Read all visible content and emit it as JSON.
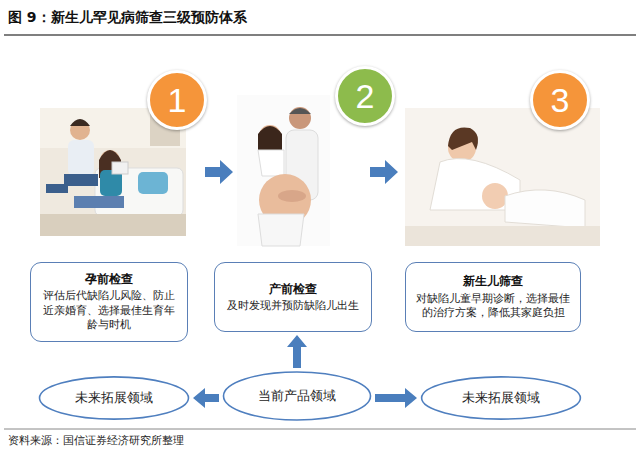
{
  "diagram": {
    "title": "图 9：新生儿罕见病筛查三级预防体系",
    "caption": "资料来源：国信证券经济研究所整理",
    "nodes": [
      {
        "text": [
          "1"
        ]
      },
      {
        "text": [
          "2"
        ]
      },
      {
        "text": [
          "3"
        ]
      },
      {
        "text": [
          "孕前检查",
          "评估后代缺陷儿风险、防止近亲婚育、选择最佳生育年龄与时机"
        ]
      },
      {
        "text": [
          "产前检查",
          "及时发现并预防缺陷儿出生"
        ]
      },
      {
        "text": [
          "新生儿筛查",
          "对缺陷儿童早期诊断，选择最佳的治疗方案，降低其家庭负担"
        ]
      },
      {
        "text": [
          "未来拓展领域"
        ]
      },
      {
        "text": [
          "当前产品领域"
        ]
      },
      {
        "text": [
          "未来拓展领域"
        ]
      }
    ],
    "edges": [
      {
        "from": 7,
        "to": 4,
        "arrow": "to"
      },
      {
        "from": 7,
        "to": 6,
        "arrow": "to"
      },
      {
        "from": 7,
        "to": 8,
        "arrow": "to"
      }
    ]
  }
}
